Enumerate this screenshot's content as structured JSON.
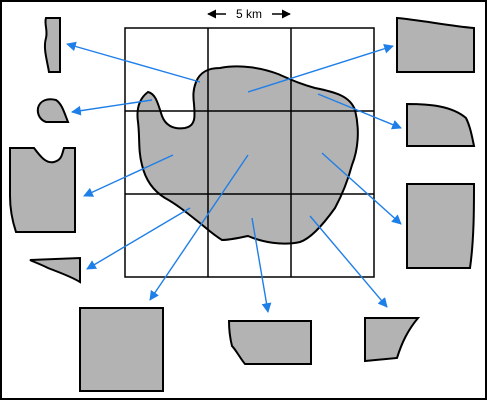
{
  "scale_bar": {
    "label": "5 km"
  },
  "colors": {
    "fill": "#b3b3b3",
    "outline": "#000000",
    "grid": "#000000",
    "arrow": "#1f7fe8",
    "border": "#000000",
    "background": "#ffffff"
  },
  "grid": {
    "rows": 3,
    "columns": 3
  }
}
